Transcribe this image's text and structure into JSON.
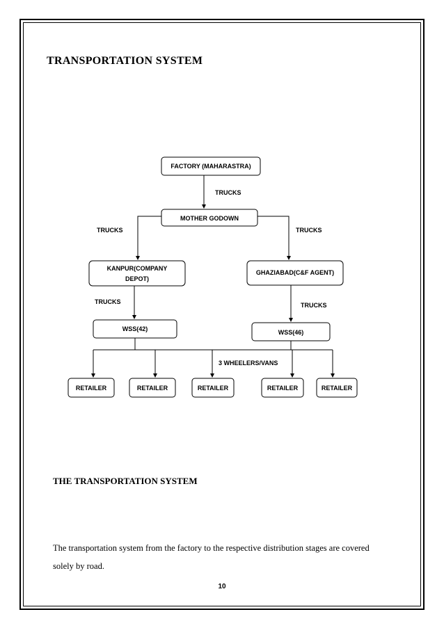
{
  "heading": "TRANSPORTATION SYSTEM",
  "diagram": {
    "factory": "FACTORY (MAHARASTRA)",
    "mother_godown": "MOTHER GODOWN",
    "kanpur_line1": "KANPUR(COMPANY",
    "kanpur_line2": "DEPOT)",
    "ghaziabad": "GHAZIABAD(C&F AGENT)",
    "wss_left": "WSS(42)",
    "wss_right": "WSS(46)",
    "retailers": [
      "RETAILER",
      "RETAILER",
      "RETAILER",
      "RETAILER",
      "RETAILER"
    ],
    "label_trucks_top": "TRUCKS",
    "label_trucks_left": "TRUCKS",
    "label_trucks_right": "TRUCKS",
    "label_trucks_left_lower": "TRUCKS",
    "label_trucks_right_lower": "TRUCKS",
    "label_wheelers": "3 WHEELERS/VANS"
  },
  "subheading": "THE TRANSPORTATION SYSTEM",
  "paragraph": "The transportation system from the factory to the respective distribution stages are covered solely by road.",
  "page_number": "10"
}
